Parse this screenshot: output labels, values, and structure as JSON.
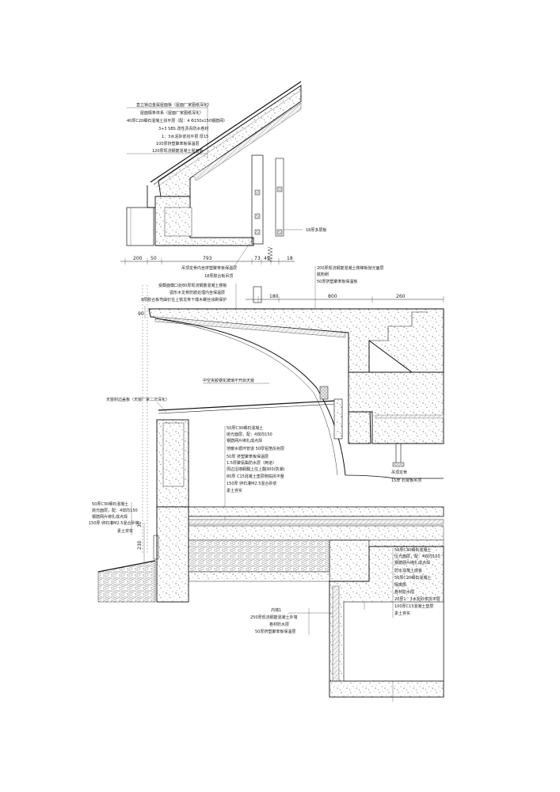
{
  "roof_labels": [
    "直立锁边金属屋面板（屋面厂家图纸深化）",
    "屋面檩条体系（屋面厂家图纸深化）",
    "40厚C20细石混凝土找平层（配：4 Φ150x150钢筋网）",
    "3+3 SBS 改性沥青防水卷材",
    "1：3水泥砂浆找平层 厚15",
    "100厚挤塑聚苯板保温层",
    "120厚现浇钢筋混凝土屋面板"
  ],
  "board_label": "18厚多层板",
  "roof_dims": [
    "200",
    "50",
    "793",
    "73",
    "49",
    "18"
  ],
  "ceiling_labels": [
    "吊顶龙骨内含挤塑聚苯板保温层",
    "18厚胶合板吊顶"
  ],
  "slab_labels": [
    "200厚现浇钢筋混凝土楼梯板抛光面层",
    "腻粉刷",
    "50厚挤塑聚苯板保温板"
  ],
  "slab_dims": [
    "180",
    "800",
    "260"
  ],
  "vault_labels": [
    "受截面模口处80厚现浇钢筋混凝土楼板",
    "弧形木龙骨防腐处理内含保温层",
    "9厚胶合板弯曲钉在上铁龙骨下端木螺丝涂刷保护"
  ],
  "dim_vertical": "90",
  "glass_label": "中空夹胶钢化玻璃不开启天窗",
  "skylight_label": "天窗封边盖板（天窗厂家二次深化）",
  "floor_labels": [
    "50厚C30细石混凝土",
    "抛光面层，配：4双向150",
    "钢筋网片绑扎成点焊",
    "地暖水循环管道 50厚铝箔反射层",
    "50厚 挤塑聚苯板保温层",
    "1.5厚聚氨酯防水层（两道）",
    "周边沿墙橱翻上往上翻300(防潮)",
    "80厚 C15混凝土垫层随捣找平整",
    "150厚 卵石灌M2.5混合砂浆",
    "素土夯实"
  ],
  "hanger_labels": [
    "吊顶龙骨",
    "15厚 石膏板吊顶"
  ],
  "left_labels": [
    "50厚C30细石混凝土",
    "抛光面层，配：4双向150",
    "钢筋网片绑扎成点焊",
    "150厚 卵石灌M2.5混合砂浆",
    "素土夯实"
  ],
  "left_dims": [
    "230",
    "30"
  ],
  "right_labels": [
    "50厚C30细石混凝土",
    "压光面层，配：4双向150",
    "钢筋网片绑扎成点焊",
    "防水混凝土底板",
    "50厚C20细石混凝土",
    "隔离层",
    "卷材防水层",
    "20厚1：3水泥砂浆找平层",
    "100厚C15混凝土垫层",
    "素土夯实"
  ],
  "wall_labels": [
    "内墙1",
    "250厚现浇钢筋混凝土外墙",
    "卷材防水层",
    "50厚挤塑聚苯板保温层"
  ]
}
